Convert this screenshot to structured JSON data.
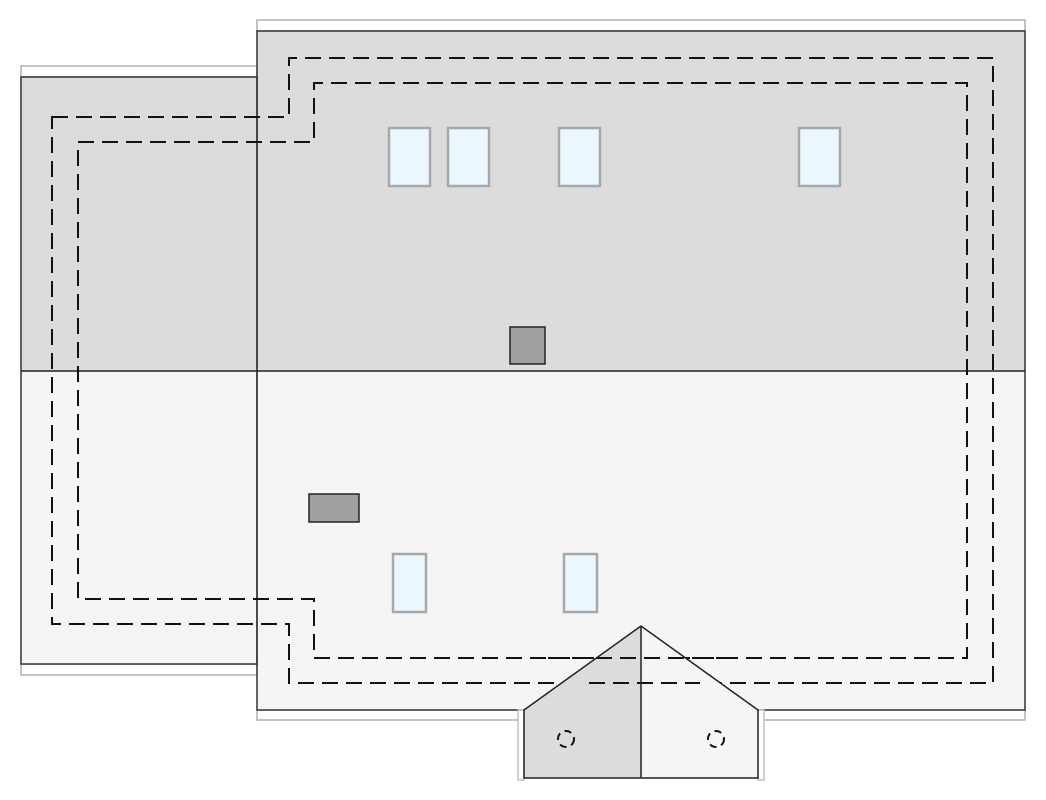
{
  "colors": {
    "background": "#ffffff",
    "roof_upper": "#dcdcdc",
    "roof_lower": "#f5f5f5",
    "fascia": "#ffffff",
    "fascia_stroke": "#b0b0b0",
    "outline": "#222222",
    "window_glass": "#ebf7ff",
    "window_frame": "#a8a8a8",
    "chimney": "#a0a0a0",
    "dashed_line": "#111111"
  },
  "elements": {
    "skylights_upper": 4,
    "skylights_lower": 2,
    "chimneys": 2,
    "dormer_vents": 2
  }
}
